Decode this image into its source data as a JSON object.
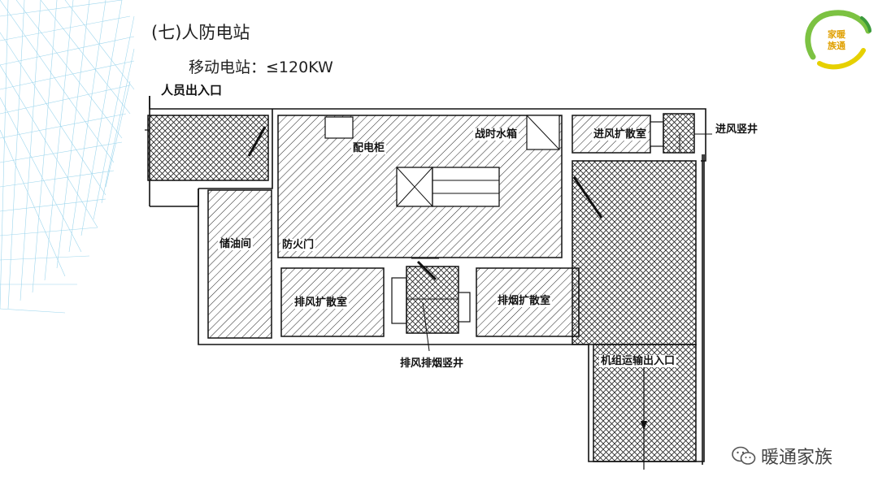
{
  "slide": {
    "heading": "(七)人防电站",
    "subheading_label": "移动电站：",
    "subheading_value": "≤120KW"
  },
  "diagram": {
    "labels": {
      "personnel_entrance": "人员出入口",
      "distribution_cabinet": "配电柜",
      "temporary_water_tank": "战时水箱",
      "air_intake_expansion_room": "进风扩散室",
      "air_intake_shaft": "进风竖井",
      "oil_storage_room": "储油间",
      "fire_door": "防火门",
      "exhaust_expansion_room": "排风扩散室",
      "smoke_expansion_room": "排烟扩散室",
      "exhaust_smoke_shaft": "排风排烟竖井",
      "unit_transport_entrance": "机组运输出入口"
    }
  },
  "logo": {
    "line1": "家暖",
    "line2": "族通"
  },
  "watermark": {
    "icon": "wechat-icon",
    "text": "暖通家族"
  },
  "colors": {
    "line": "#111111",
    "mesh": "#7fc8e8",
    "logo_green": "#4caf50",
    "logo_yellow": "#e6d000"
  }
}
